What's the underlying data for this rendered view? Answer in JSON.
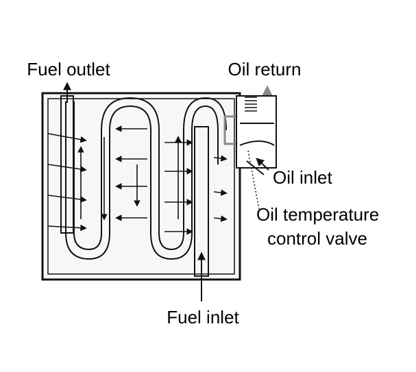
{
  "diagram": {
    "labels": {
      "fuel_outlet": "Fuel outlet",
      "oil_return": "Oil return",
      "oil_inlet": "Oil inlet",
      "valve_line1": "Oil temperature",
      "valve_line2": "control valve",
      "fuel_inlet": "Fuel inlet"
    },
    "colors": {
      "line": "#111111",
      "housing_fill": "#f7f7f7",
      "oil_flow": "#8a8a8a",
      "background": "#ffffff"
    },
    "icons": {
      "flow_arrow": "arrow-icon",
      "valve_spring": "spring-icon"
    }
  }
}
